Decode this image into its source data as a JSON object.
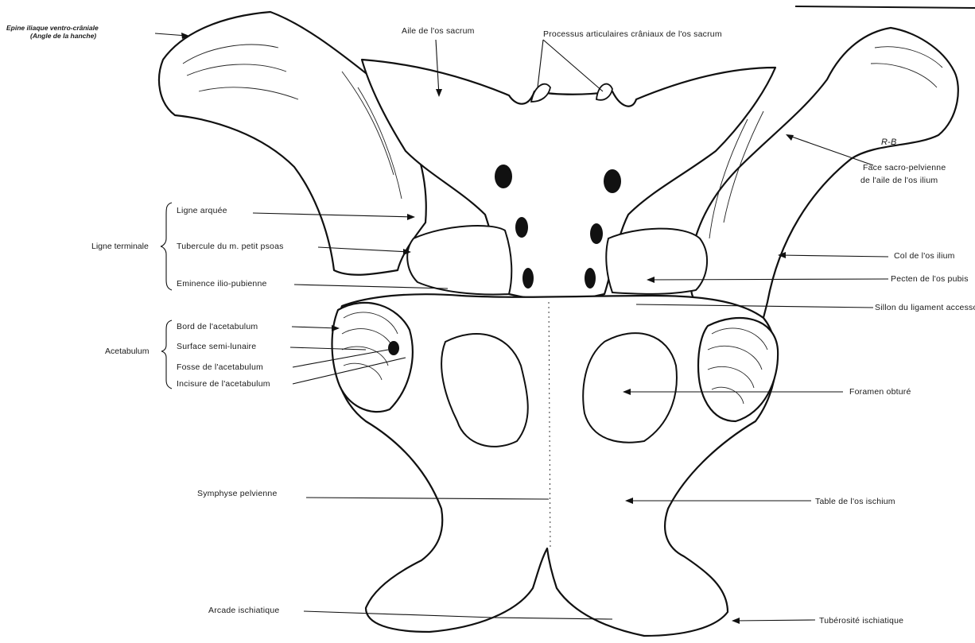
{
  "labels": {
    "epine_iliaque_1": "Epine iliaque ventro-crâniale",
    "epine_iliaque_2": "(Angle de la hanche)",
    "aile_sacrum": "Aile de l'os sacrum",
    "processus": "Processus articulaires crâniaux de l'os sacrum",
    "signature": "R-B",
    "face_sacro_1": "Face sacro-pelvienne",
    "face_sacro_2": "de l'aile de l'os ilium",
    "ligne_arquee": "Ligne arquée",
    "tubercule": "Tubercule du m. petit psoas",
    "eminence": "Eminence ilio-pubienne",
    "ligne_terminale": "Ligne terminale",
    "col_ilium": "Col de l'os ilium",
    "pecten": "Pecten de l'os pubis",
    "sillon": "Sillon du ligament accessoire",
    "bord_acetabulum": "Bord de l'acetabulum",
    "surface_semi": "Surface semi-lunaire",
    "fosse": "Fosse de l'acetabulum",
    "incisure": "Incisure de l'acetabulum",
    "acetabulum": "Acetabulum",
    "foramen": "Foramen obturé",
    "symphyse": "Symphyse pelvienne",
    "table_ischium": "Table de l'os ischium",
    "arcade": "Arcade ischiatique",
    "tuberosite": "Tubérosité ischiatique"
  }
}
